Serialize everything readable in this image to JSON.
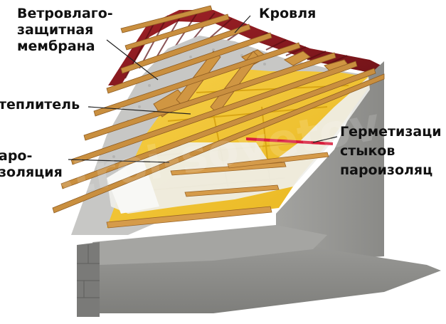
{
  "labels": {
    "membrane": [
      "Ветровлаго-",
      "защитная",
      "мембрана"
    ],
    "roof": "Кровля",
    "insulation": "теплитель",
    "vapor": [
      "аро-",
      "золяция"
    ],
    "sealing": [
      "Герметизаци",
      "стыков",
      "пароизоляц"
    ]
  },
  "watermark": "stroi-sovetov.ru",
  "colors": {
    "roof_sheet": "#8a1a1f",
    "batten_wood": "#c8893a",
    "insulation": "#f3c52a",
    "membrane": "#c9c9c9",
    "vapor_film": "#eeeeea",
    "concrete": "#8d8d8b",
    "seal_tape": "#d81e3c"
  }
}
